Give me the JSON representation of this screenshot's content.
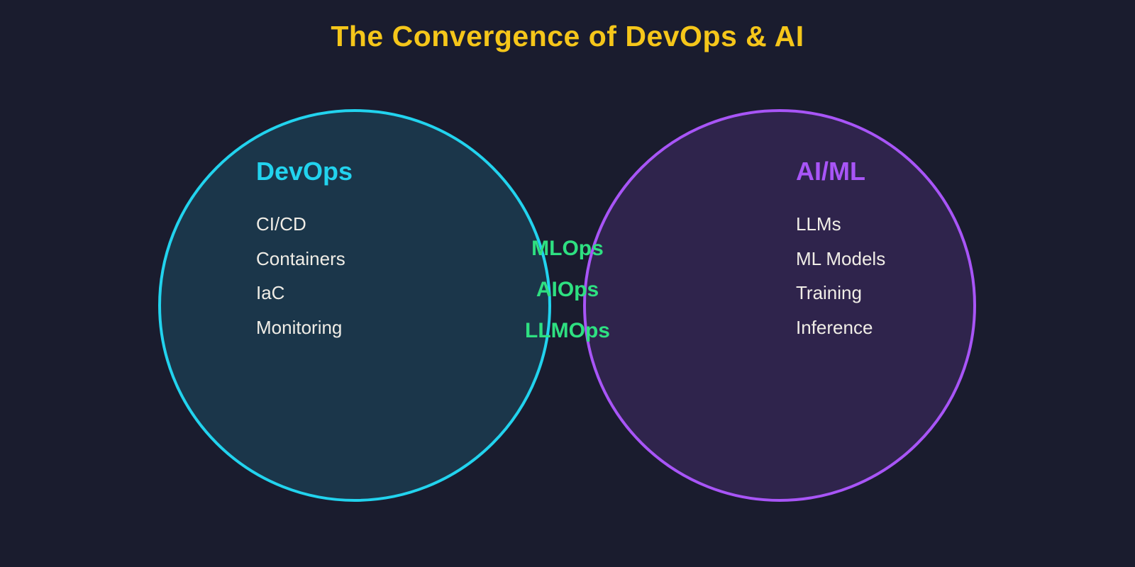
{
  "title": "The Convergence of DevOps & AI",
  "colors": {
    "background": "#1a1c2e",
    "title": "#f5c61a",
    "devops_accent": "#22d3ee",
    "aiml_accent": "#a855f7",
    "intersection_accent": "#2ee081",
    "item_text": "#f0ede6"
  },
  "diagram": {
    "left_circle": {
      "label": "DevOps",
      "items": [
        "CI/CD",
        "Containers",
        "IaC",
        "Monitoring"
      ]
    },
    "right_circle": {
      "label": "AI/ML",
      "items": [
        "LLMs",
        "ML Models",
        "Training",
        "Inference"
      ]
    },
    "intersection": {
      "items": [
        "MLOps",
        "AIOps",
        "LLMOps"
      ]
    }
  }
}
